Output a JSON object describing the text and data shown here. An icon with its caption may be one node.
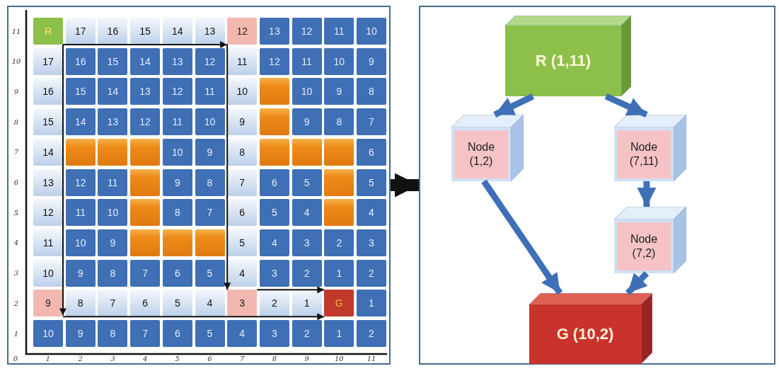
{
  "diagram": {
    "nodes": [
      {
        "text": [],
        "shape": "box"
      },
      {
        "text": [
          "R"
        ],
        "in": 0
      },
      {
        "text": [
          "12"
        ],
        "in": 0
      },
      {
        "text": [
          "9"
        ],
        "in": 0
      },
      {
        "text": [
          "3"
        ],
        "in": 0
      },
      {
        "text": [
          "G"
        ],
        "in": 0
      },
      {
        "text": [],
        "shape": "box"
      },
      {
        "text": [
          "R (1,11)"
        ],
        "in": 6
      },
      {
        "text": [
          "Node (1,2)"
        ],
        "in": 6
      },
      {
        "text": [
          "Node (7,11)"
        ],
        "in": 6
      },
      {
        "text": [
          "Node (7,2)"
        ],
        "in": 6
      },
      {
        "text": [
          "G (10,2)"
        ],
        "in": 6
      }
    ],
    "edges": [
      {
        "from": 1,
        "to": 2,
        "arrow": "to"
      },
      {
        "from": 2,
        "to": 4,
        "arrow": "to"
      },
      {
        "from": 4,
        "to": 5,
        "arrow": "to"
      },
      {
        "from": 1,
        "to": 3,
        "arrow": "to"
      },
      {
        "from": 3,
        "to": 5,
        "arrow": "to"
      },
      {
        "from": 0,
        "to": 6,
        "arrow": "to",
        "style": "thick"
      },
      {
        "from": 7,
        "to": 8,
        "arrow": "to",
        "color": "#3e70b8"
      },
      {
        "from": 7,
        "to": 9,
        "arrow": "to",
        "color": "#3e70b8"
      },
      {
        "from": 9,
        "to": 10,
        "arrow": "to",
        "color": "#3e70b8"
      },
      {
        "from": 8,
        "to": 11,
        "arrow": "to",
        "color": "#3e70b8"
      },
      {
        "from": 10,
        "to": 11,
        "arrow": "to",
        "color": "#3e70b8"
      }
    ],
    "labels": [
      "11",
      "17",
      "16",
      "15",
      "14",
      "13",
      "13",
      "12",
      "11",
      "10",
      "10",
      "17",
      "16",
      "15",
      "14",
      "13",
      "12",
      "11",
      "12",
      "11",
      "10",
      "9",
      "9",
      "16",
      "15",
      "14",
      "13",
      "12",
      "11",
      "10",
      "10",
      "9",
      "8",
      "8",
      "15",
      "14",
      "13",
      "12",
      "11",
      "10",
      "9",
      "9",
      "8",
      "7",
      "7",
      "14",
      "10",
      "9",
      "8",
      "6",
      "6",
      "13",
      "12",
      "11",
      "9",
      "8",
      "7",
      "6",
      "5",
      "5",
      "5",
      "12",
      "11",
      "10",
      "8",
      "7",
      "6",
      "5",
      "4",
      "4",
      "4",
      "11",
      "10",
      "9",
      "5",
      "4",
      "3",
      "2",
      "3",
      "3",
      "10",
      "9",
      "8",
      "7",
      "6",
      "5",
      "4",
      "3",
      "2",
      "1",
      "2",
      "2",
      "8",
      "7",
      "6",
      "5",
      "4",
      "2",
      "1",
      "1",
      "1",
      "10",
      "9",
      "8",
      "7",
      "6",
      "5",
      "4",
      "3",
      "2",
      "1",
      "2",
      "0",
      "1",
      "2",
      "3",
      "4",
      "5",
      "6",
      "7",
      "8",
      "9",
      "10",
      "11"
    ]
  }
}
